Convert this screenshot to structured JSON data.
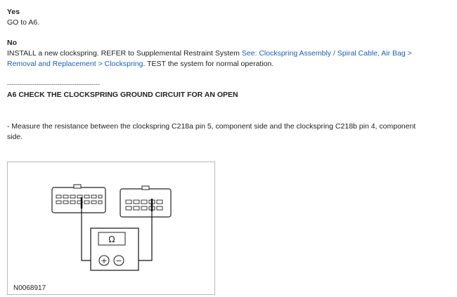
{
  "yes": {
    "heading": "Yes",
    "text": "GO to A6."
  },
  "no": {
    "heading": "No",
    "text_before": "INSTALL a new clockspring. REFER to Supplemental Restraint System ",
    "link_part1": "See: Clockspring Assembly / Spiral Cable, Air Bag >",
    "link_part2": "Removal and Replacement > Clockspring",
    "text_after": ". TEST the system for normal operation."
  },
  "separator": "--------------------------------------------",
  "step": {
    "heading": "A6 CHECK THE CLOCKSPRING GROUND CIRCUIT FOR AN OPEN",
    "instruction": " -  Measure the resistance between the clockspring C218a pin 5, component side and the clockspring C218b pin 4, component side."
  },
  "figure": {
    "code": "N0068917",
    "meter_symbol": "Ω",
    "plus_symbol": "+",
    "minus_symbol": "−"
  }
}
